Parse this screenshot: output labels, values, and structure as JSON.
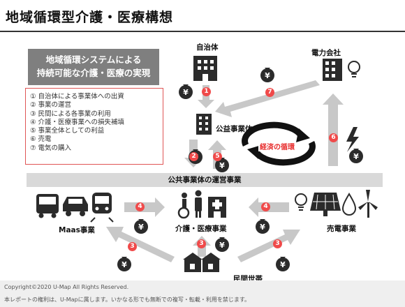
{
  "title": "地域循環型介護・医療構想",
  "headline": {
    "line1": "地域循環システムによる",
    "line2": "持続可能な介護・医療の実現"
  },
  "legend": [
    "① 自治体による事業体への出資",
    "② 事業の運営",
    "③ 民間による各事業の利用",
    "④ 介護・医療事業への損失補填",
    "⑤ 事業全体としての利益",
    "⑥ 売電",
    "⑦ 電気の購入"
  ],
  "nodes": {
    "municipality": "自治体",
    "power_company": "電力会社",
    "public_entity": "公益事業体",
    "cycle": "経済の循環",
    "public_operation": "公共事業体の運営事業",
    "maas": "Maas事業",
    "care": "介護・医療事業",
    "power_sales": "売電事業",
    "households": "民間世帯"
  },
  "badges": {
    "b1": "1",
    "b2": "2",
    "b3a": "3",
    "b3b": "3",
    "b3c": "3",
    "b4a": "4",
    "b4b": "4",
    "b5": "5",
    "b6": "6",
    "b7": "7"
  },
  "colors": {
    "accent": "#f04a4a",
    "arrow": "#c8c8c8",
    "icon": "#2b2b2b",
    "band": "#d9d9d9"
  },
  "footer": {
    "copyright": "Copyright©2020 U-Map All Rights Reserved.",
    "rights": "本レポートの権利は、U-Mapに属します。いかなる形でも無断での複写・転載・利用を禁じます。"
  }
}
